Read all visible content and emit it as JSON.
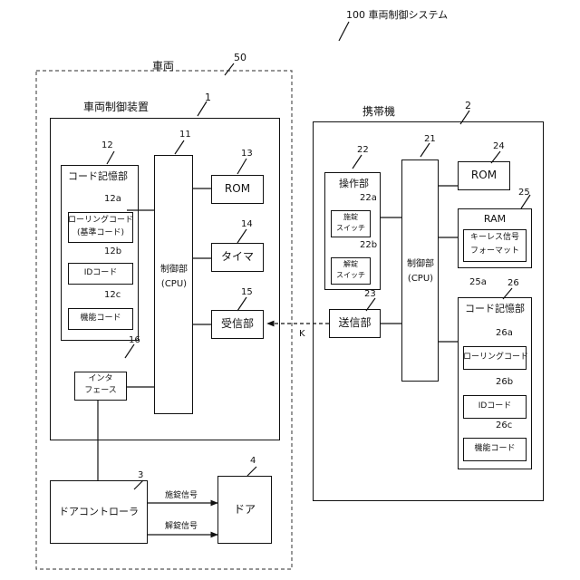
{
  "system": {
    "ref": "100",
    "title": "車両制御システム"
  },
  "vehicle": {
    "ref": "50",
    "label": "車両",
    "control_device": {
      "ref": "1",
      "label": "車両制御装置",
      "code_memory": {
        "ref": "12",
        "label": "コード記憶部",
        "rolling": {
          "ref": "12a",
          "line1": "ローリングコード",
          "line2": "(基準コード)"
        },
        "id": {
          "ref": "12b",
          "label": "IDコード"
        },
        "function": {
          "ref": "12c",
          "label": "機能コード"
        }
      },
      "controller": {
        "ref": "11",
        "line1": "制御部",
        "line2": "(CPU)"
      },
      "rom": {
        "ref": "13",
        "label": "ROM"
      },
      "timer": {
        "ref": "14",
        "label": "タイマ"
      },
      "receiver": {
        "ref": "15",
        "label": "受信部"
      },
      "interface": {
        "ref": "16",
        "line1": "インタ",
        "line2": "フェース"
      }
    },
    "door_controller": {
      "ref": "3",
      "label": "ドアコントローラ"
    },
    "door": {
      "ref": "4",
      "label": "ドア"
    },
    "lock_signal": "施錠信号",
    "unlock_signal": "解錠信号"
  },
  "portable": {
    "ref": "2",
    "label": "携帯機",
    "operation": {
      "ref": "22",
      "label": "操作部",
      "lock_switch": {
        "ref": "22a",
        "line1": "施錠",
        "line2": "スイッチ"
      },
      "unlock_switch": {
        "ref": "22b",
        "line1": "解錠",
        "line2": "スイッチ"
      }
    },
    "controller": {
      "ref": "21",
      "line1": "制御部",
      "line2": "(CPU)"
    },
    "rom": {
      "ref": "24",
      "label": "ROM"
    },
    "ram": {
      "ref": "25",
      "label": "RAM",
      "format": {
        "ref": "25a",
        "line1": "キーレス信号",
        "line2": "フォーマット"
      }
    },
    "transmitter": {
      "ref": "23",
      "label": "送信部"
    },
    "code_memory": {
      "ref": "26",
      "label": "コード記憶部",
      "rolling": {
        "ref": "26a",
        "label": "ローリングコード"
      },
      "id": {
        "ref": "26b",
        "label": "IDコード"
      },
      "function": {
        "ref": "26c",
        "label": "機能コード"
      }
    }
  },
  "signal_label": "K"
}
